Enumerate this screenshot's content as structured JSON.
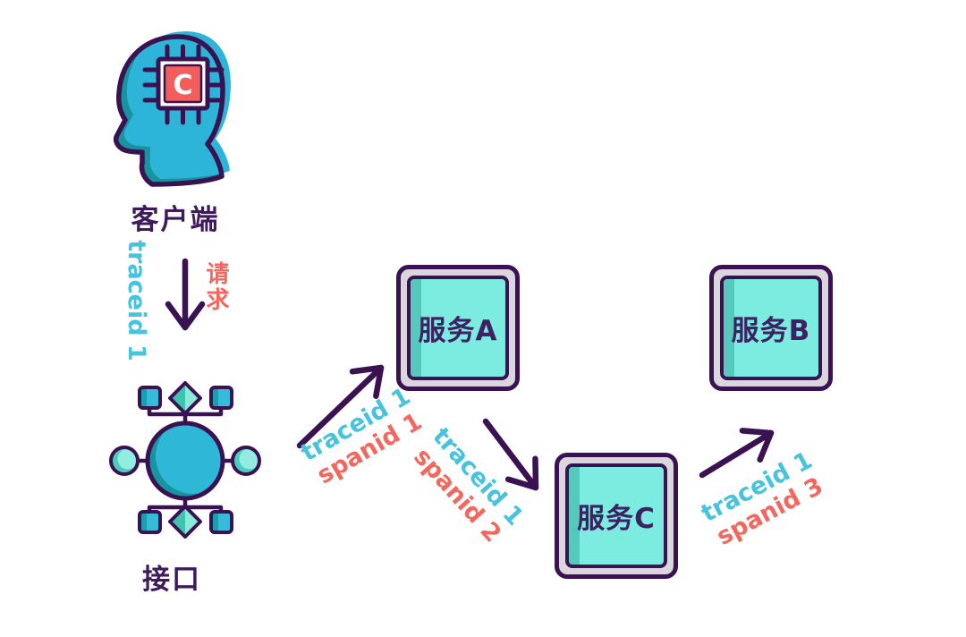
{
  "diagram": {
    "title_context": "distributed-tracing-flow",
    "client": {
      "label": "客户端",
      "chip_letter": "C"
    },
    "interface": {
      "label": "接口"
    },
    "services": {
      "a": "服务A",
      "b": "服务B",
      "c": "服务C"
    },
    "edges": {
      "client_to_interface": {
        "trace": "traceid 1",
        "request": "请求"
      },
      "interface_to_service_a": {
        "trace": "traceid 1",
        "span": "spanid 1"
      },
      "service_a_to_service_c": {
        "trace": "traceid 1",
        "span": "spanid 2"
      },
      "service_c_to_service_b": {
        "trace": "traceid 1",
        "span": "spanid 3"
      }
    },
    "colors": {
      "outline_purple": "#3a1252",
      "trace_cyan": "#47c3dd",
      "span_coral": "#f2685e",
      "head_cyan": "#2cb5d8",
      "head_shade_teal": "#18949f",
      "chip_red": "#f15e5c",
      "service_fill_aqua": "#7dece0",
      "service_strip_teal": "#55cabc",
      "service_frame_gray": "#d9d7db",
      "node_mint": "#4ccdbb",
      "background": "#ffffff"
    }
  }
}
